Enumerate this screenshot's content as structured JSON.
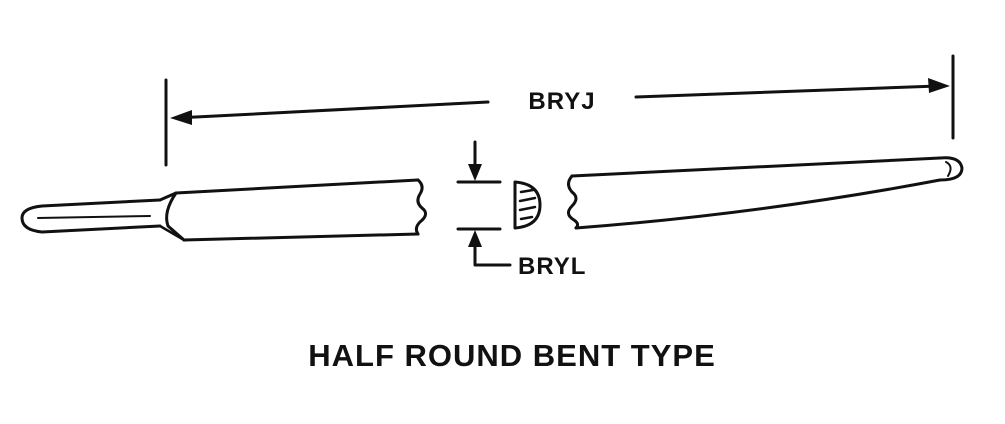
{
  "diagram": {
    "dimension_length_label": "BRYJ",
    "dimension_thickness_label": "BRYL",
    "caption": "HALF ROUND BENT TYPE"
  },
  "colors": {
    "ink": "#111111",
    "background": "#ffffff"
  }
}
